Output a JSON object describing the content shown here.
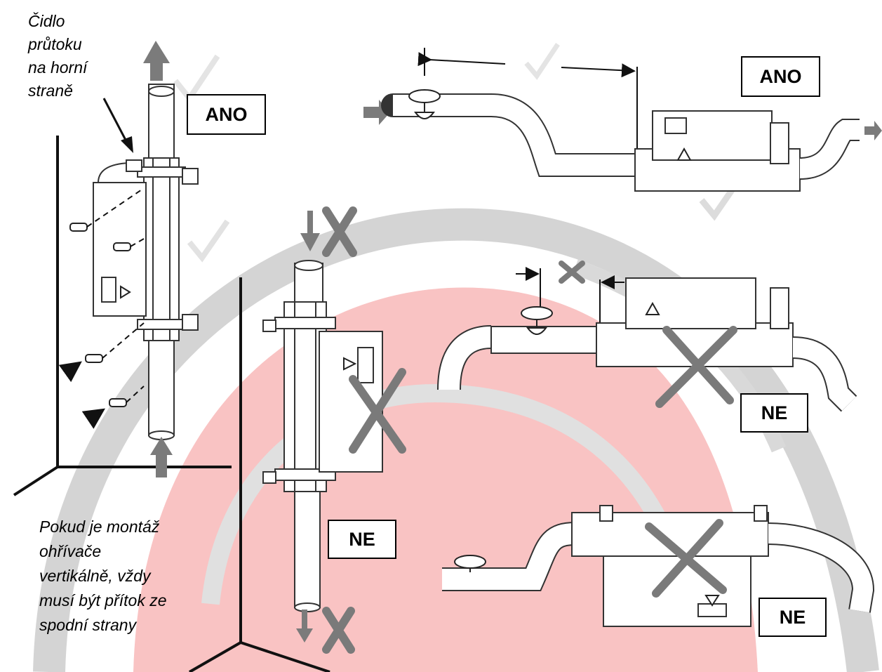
{
  "notes": {
    "flow_sensor": [
      "Čidlo",
      "průtoku",
      "na horní",
      "straně"
    ],
    "vertical_mount": [
      "Pokud je montáž",
      "ohřívače",
      "vertikálně, vždy",
      "musí být přítok ze",
      "spodní strany"
    ]
  },
  "tags": {
    "vertical_yes": "ANO",
    "horizontal_yes": "ANO",
    "vertical_no": "NE",
    "horizontal_no_valve": "NE",
    "horizontal_no_inverted": "NE"
  },
  "colors": {
    "watermark_red": "#f9c3c3",
    "watermark_gray": "#cfcfcf",
    "line": "#333333",
    "arrow": "#7b7b7b",
    "cross": "#7a7a7a"
  },
  "icons": [
    "warning-triangle-icon",
    "valve-handwheel-icon",
    "cross-mark-icon",
    "flow-arrow-icon",
    "screw-icon"
  ]
}
